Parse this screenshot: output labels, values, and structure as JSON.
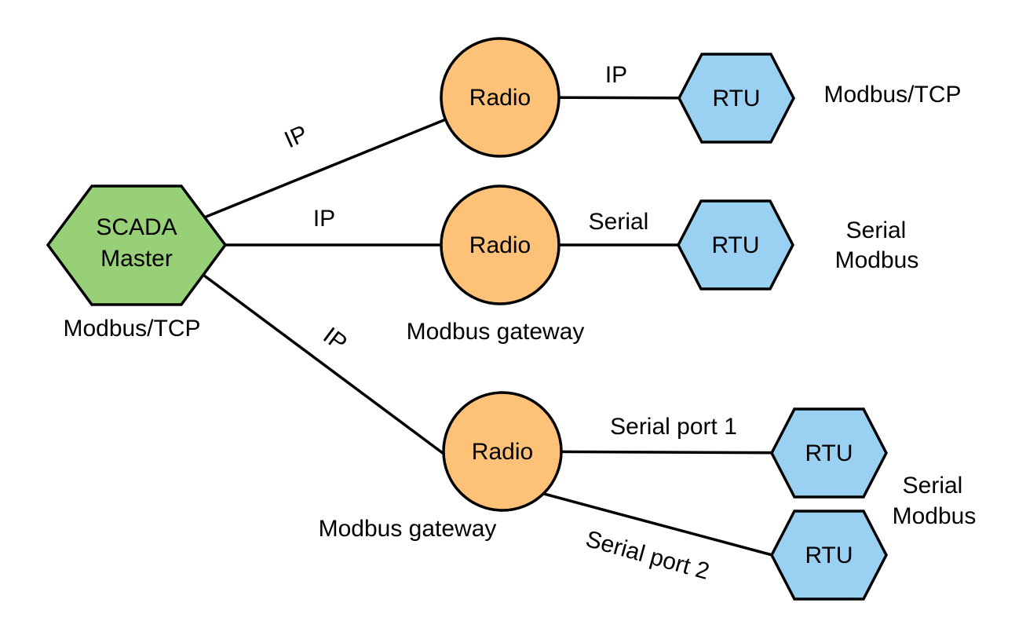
{
  "diagram": {
    "type": "network-topology",
    "background": "#ffffff",
    "colors": {
      "master_fill": "#97D077",
      "radio_fill": "#FDC277",
      "rtu_fill": "#9AD1F2",
      "stroke": "#000000",
      "text": "#000000"
    },
    "nodes": {
      "scada": {
        "line1": "SCADA",
        "line2": "Master",
        "caption": "Modbus/TCP"
      },
      "radio1": {
        "label": "Radio"
      },
      "radio2": {
        "label": "Radio",
        "caption": "Modbus gateway"
      },
      "radio3": {
        "label": "Radio",
        "caption": "Modbus gateway"
      },
      "rtu1": {
        "label": "RTU",
        "caption": "Modbus/TCP"
      },
      "rtu2": {
        "label": "RTU",
        "caption_line1": "Serial",
        "caption_line2": "Modbus"
      },
      "rtu3": {
        "label": "RTU"
      },
      "rtu4": {
        "label": "RTU"
      },
      "rtu34": {
        "caption_line1": "Serial",
        "caption_line2": "Modbus"
      }
    },
    "links": {
      "scada_radio1": {
        "label": "IP"
      },
      "scada_radio2": {
        "label": "IP"
      },
      "scada_radio3": {
        "label": "IP"
      },
      "radio1_rtu1": {
        "label": "IP"
      },
      "radio2_rtu2": {
        "label": "Serial"
      },
      "radio3_rtu3": {
        "label": "Serial port 1"
      },
      "radio3_rtu4": {
        "label": "Serial port 2"
      }
    }
  }
}
